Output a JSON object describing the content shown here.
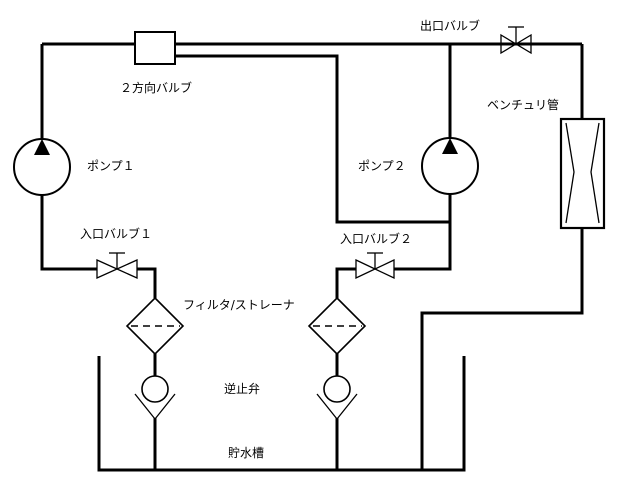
{
  "labels": {
    "two_way_valve": "２方向バルブ",
    "outlet_valve": "出口バルブ",
    "venturi": "ベンチュリ管",
    "pump1": "ポンプ１",
    "pump2": "ポンプ２",
    "inlet_valve1": "入口バルブ１",
    "inlet_valve2": "入口バルブ２",
    "filter": "フィルタ/ストレーナ",
    "check_valve": "逆止弁",
    "tank": "貯水槽"
  }
}
